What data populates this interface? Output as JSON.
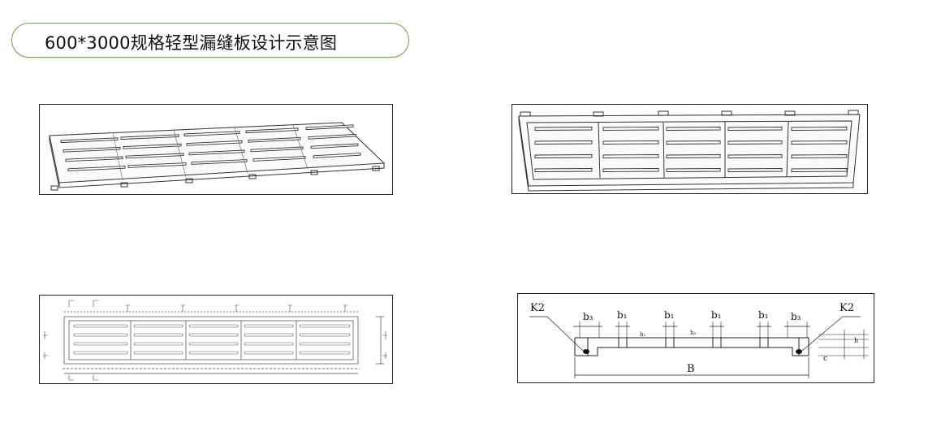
{
  "title": "600*3000规格轻型漏缝板设计示意图",
  "section_labels": {
    "k2_left": "K2",
    "k2_right": "K2",
    "b3_left": "b₃",
    "b1_a": "b₁",
    "b1_b": "b₁",
    "b1_c": "b₁",
    "b1_d": "b₁",
    "b3_right": "b₃",
    "width_B": "B",
    "h1": "h₁",
    "h2": "h₂",
    "h": "h",
    "c": "c"
  },
  "colors": {
    "title_border": "#7a9a5a",
    "line": "#222222"
  }
}
